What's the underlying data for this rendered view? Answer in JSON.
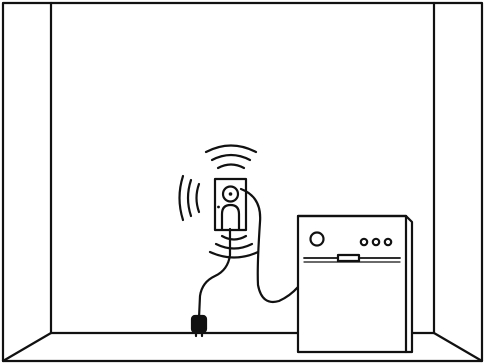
{
  "scene": {
    "subject": "power-line-adapter-wall-plug-with-cables-to-appliance",
    "stroke_color": "#111111",
    "fill_color": "#ffffff",
    "signal_arcs_per_side": 3
  },
  "icons": {
    "room": "room-corner-outline",
    "adapter": "powerline-adapter-icon",
    "signal": "wireless-signal-icon",
    "plug": "power-plug-icon",
    "appliance": "dishwasher-icon"
  }
}
